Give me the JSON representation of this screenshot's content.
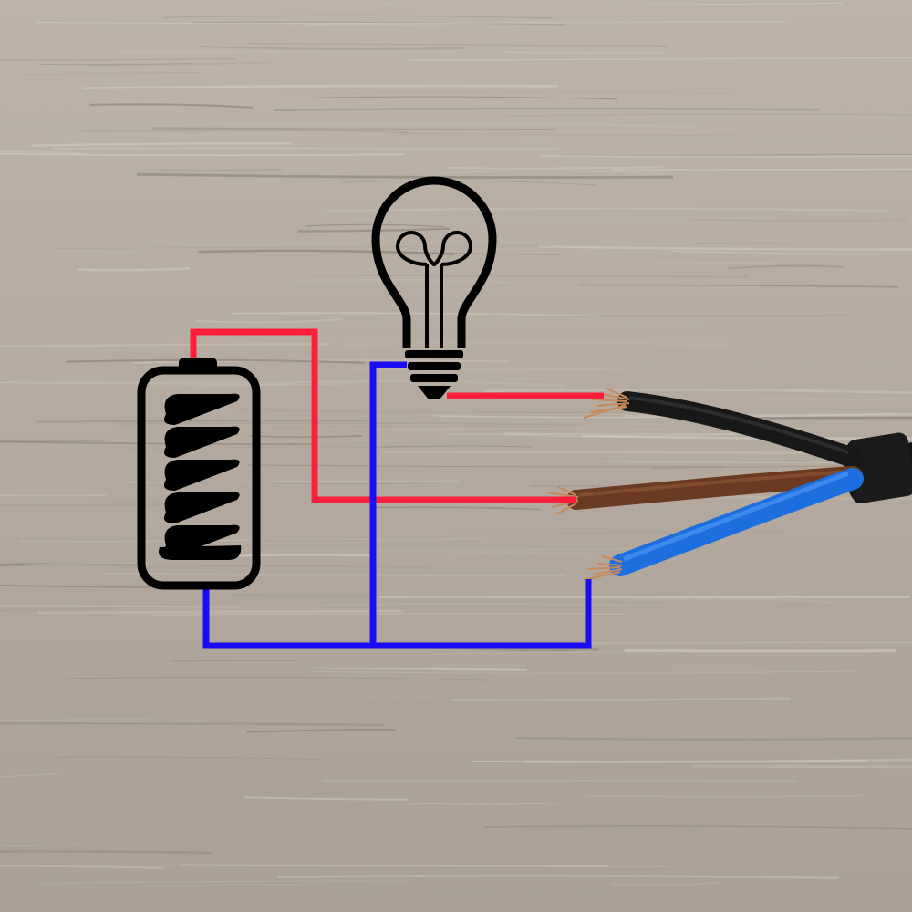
{
  "scene": {
    "background": "wood-surface",
    "wood_colors": [
      "#bfb6ab",
      "#a99f94",
      "#8f857b",
      "#cfc7bd"
    ]
  },
  "components": [
    {
      "id": "battery",
      "icon": "battery-icon"
    },
    {
      "id": "lamp",
      "icon": "light-bulb-icon"
    },
    {
      "id": "cable",
      "icon": "three-core-cable-icon"
    }
  ],
  "wires": {
    "live_color": "#ff1f3d",
    "neutral_color": "#1a0df5"
  },
  "cable": {
    "sheath_color": "#151515",
    "cores": [
      {
        "name": "black",
        "color": "#1a1a1a"
      },
      {
        "name": "brown",
        "color": "#6e3b22"
      },
      {
        "name": "blue",
        "color": "#1e6fe0"
      }
    ],
    "copper_color": "#c8895a"
  }
}
